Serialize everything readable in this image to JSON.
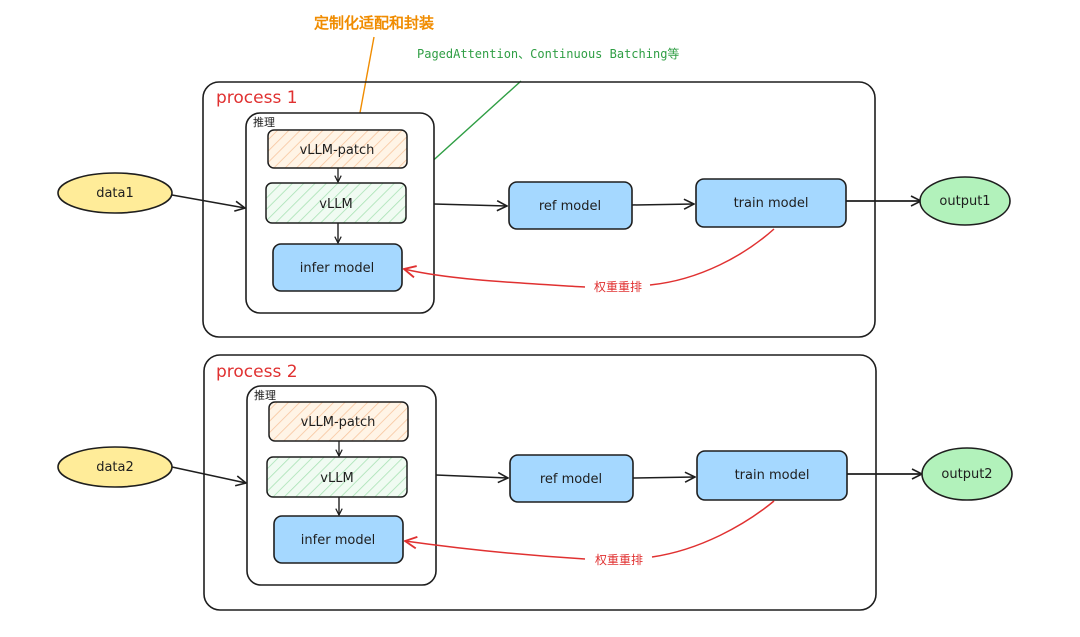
{
  "annotations": {
    "custom_adapt": "定制化适配和封装",
    "vllm_features": "PagedAttention、Continuous Batching等"
  },
  "colors": {
    "stroke": "#1e1e1e",
    "process_title": "#e03131",
    "patch_fill": "#ffd8a8",
    "patch_hatch": "#f4b183",
    "vllm_fill": "#d3f9d8",
    "vllm_hatch": "#8fd3a0",
    "model_fill": "#a5d8ff",
    "input_fill": "#ffec99",
    "output_fill": "#b2f2bb",
    "orange": "#f08c00",
    "green": "#2f9e44",
    "red": "#e03131"
  },
  "processes": [
    {
      "title": "process 1",
      "group_label": "推理",
      "input": "data1",
      "output": "output1",
      "vllm_patch": "vLLM-patch",
      "vllm": "vLLM",
      "infer_model": "infer model",
      "ref_model": "ref model",
      "train_model": "train model",
      "feedback_label": "权重重排"
    },
    {
      "title": "process 2",
      "group_label": "推理",
      "input": "data2",
      "output": "output2",
      "vllm_patch": "vLLM-patch",
      "vllm": "vLLM",
      "infer_model": "infer model",
      "ref_model": "ref model",
      "train_model": "train model",
      "feedback_label": "权重重排"
    }
  ]
}
